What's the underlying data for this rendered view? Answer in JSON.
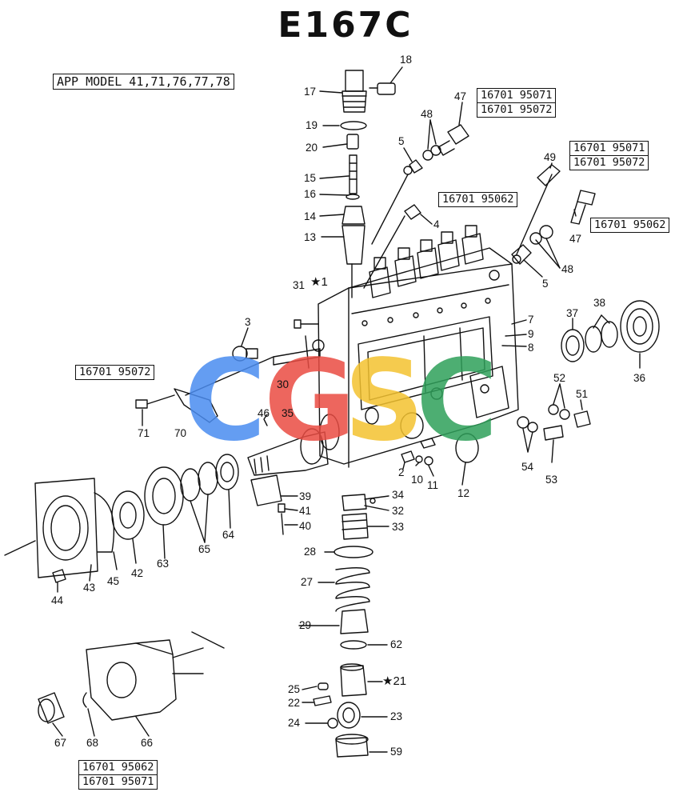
{
  "title": "E167C",
  "model_box": "APP MODEL 41,71,76,77,78",
  "part_groups": {
    "g47_top": [
      "16701 95071",
      "16701 95072"
    ],
    "g49": [
      "16701 95071",
      "16701 95072"
    ],
    "g_center": [
      "16701 95062"
    ],
    "g_right": [
      "16701 95062"
    ],
    "g70": [
      "16701 95072"
    ],
    "g66": [
      "16701 95062",
      "16701 95071"
    ]
  },
  "callouts": {
    "c1": "18",
    "c2": "17",
    "c3": "19",
    "c4": "20",
    "c5": "15",
    "c6": "16",
    "c7": "14",
    "c8": "13",
    "c9": "47",
    "c10": "48",
    "c11": "5",
    "c12": "49",
    "c13": "4",
    "c14": "47",
    "c15": "48",
    "c16": "5",
    "c17": "31",
    "c18": "★1",
    "c19": "3",
    "c20": "7",
    "c21": "9",
    "c22": "8",
    "c23": "37",
    "c24": "38",
    "c25": "36",
    "c26": "30",
    "c27": "35",
    "c28": "46",
    "c29": "71",
    "c30": "70",
    "c31": "52",
    "c32": "51",
    "c33": "54",
    "c34": "53",
    "c35": "2",
    "c36": "10",
    "c37": "11",
    "c38": "12",
    "c39": "34",
    "c40": "32",
    "c41": "33",
    "c42": "39",
    "c43": "41",
    "c44": "40",
    "c45": "28",
    "c46": "27",
    "c47": "29",
    "c48": "62",
    "c49": "★21",
    "c50": "25",
    "c51": "22",
    "c52": "23",
    "c53": "24",
    "c54": "59",
    "c55": "45",
    "c56": "42",
    "c57": "63",
    "c58": "65",
    "c59": "64",
    "c60": "43",
    "c61": "44",
    "c62": "67",
    "c63": "68",
    "c64": "66"
  },
  "watermark": {
    "letters": [
      "C",
      "G",
      "S",
      "C"
    ],
    "colors": [
      "#4a8cf0",
      "#ea4c43",
      "#f4c330",
      "#2fa05a"
    ]
  }
}
